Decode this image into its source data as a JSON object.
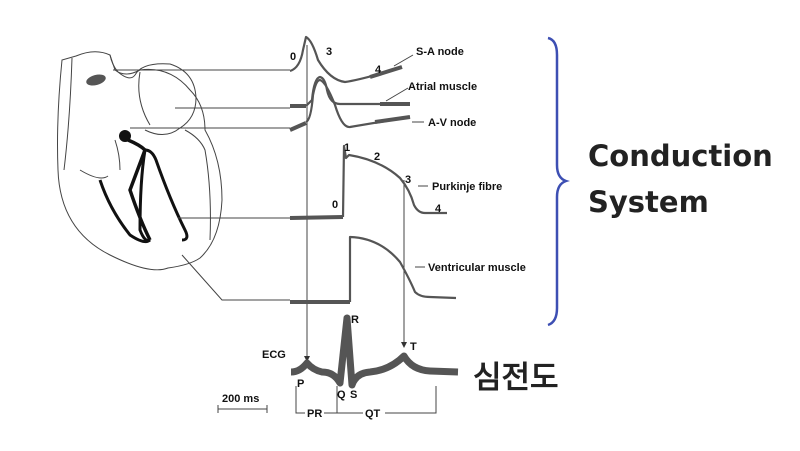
{
  "labels": {
    "sa_node": "S-A node",
    "atrial_muscle": "Atrial muscle",
    "av_node": "A-V node",
    "purkinje": "Purkinje fibre",
    "ventricular": "Ventricular muscle",
    "ecg": "ECG",
    "scale": "200 ms",
    "pr": "PR",
    "qt": "QT"
  },
  "phases": {
    "sa": [
      "0",
      "3",
      "4"
    ],
    "purkinje": [
      "1",
      "2",
      "3",
      "0",
      "4"
    ]
  },
  "waves": {
    "p": "P",
    "q": "Q",
    "r": "R",
    "s": "S",
    "t": "T"
  },
  "annotation": {
    "line1": "Conduction",
    "line2": "System",
    "ecg_korean": "심전도"
  },
  "colors": {
    "brace": "#3d4fb3"
  }
}
